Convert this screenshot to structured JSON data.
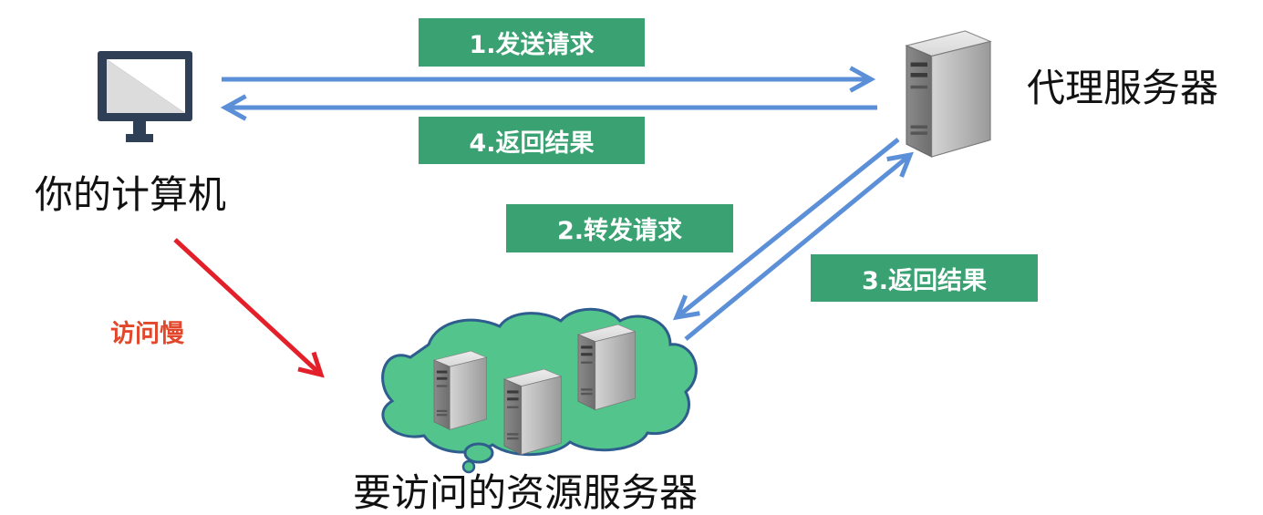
{
  "nodes": {
    "computer": "你的计算机",
    "proxy": "代理服务器",
    "resource": "要访问的资源服务器"
  },
  "steps": {
    "send_request": "1.发送请求",
    "forward_request": "2.转发请求",
    "return_result_3": "3.返回结果",
    "return_result_4": "4.返回结果"
  },
  "slow_label": "访问慢",
  "colors": {
    "arrow_blue": "#5b8fd8",
    "arrow_red": "#e3202a",
    "step_box_green": "#3aa272",
    "cloud_green": "#52c48c",
    "slow_text": "#e2472b"
  }
}
